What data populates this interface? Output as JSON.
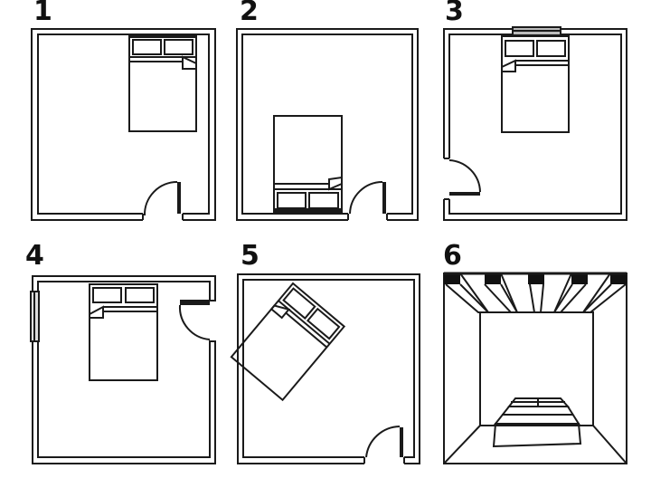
{
  "figure": {
    "description": "Six bedroom layout diagrams showing bed and door placement",
    "colors": {
      "line": "#1a1a1a",
      "background": "#ffffff"
    },
    "panels": [
      {
        "label": "1",
        "view": "plan",
        "bed": "top-right wall, headboard at top",
        "door": "bottom wall, right",
        "window": "none"
      },
      {
        "label": "2",
        "view": "plan",
        "bed": "bottom wall, headboard at bottom, beside door",
        "door": "bottom wall, right",
        "window": "none"
      },
      {
        "label": "3",
        "view": "plan",
        "bed": "top wall center, under window",
        "door": "left wall, bottom",
        "window": "top wall"
      },
      {
        "label": "4",
        "view": "plan",
        "bed": "top wall center",
        "door": "right wall, top",
        "window": "left wall"
      },
      {
        "label": "5",
        "view": "plan",
        "bed": "diagonal, top-left corner",
        "door": "bottom wall, right",
        "window": "none"
      },
      {
        "label": "6",
        "view": "perspective",
        "bed": "under exposed ceiling beams",
        "door": "none",
        "window": "none"
      }
    ]
  }
}
